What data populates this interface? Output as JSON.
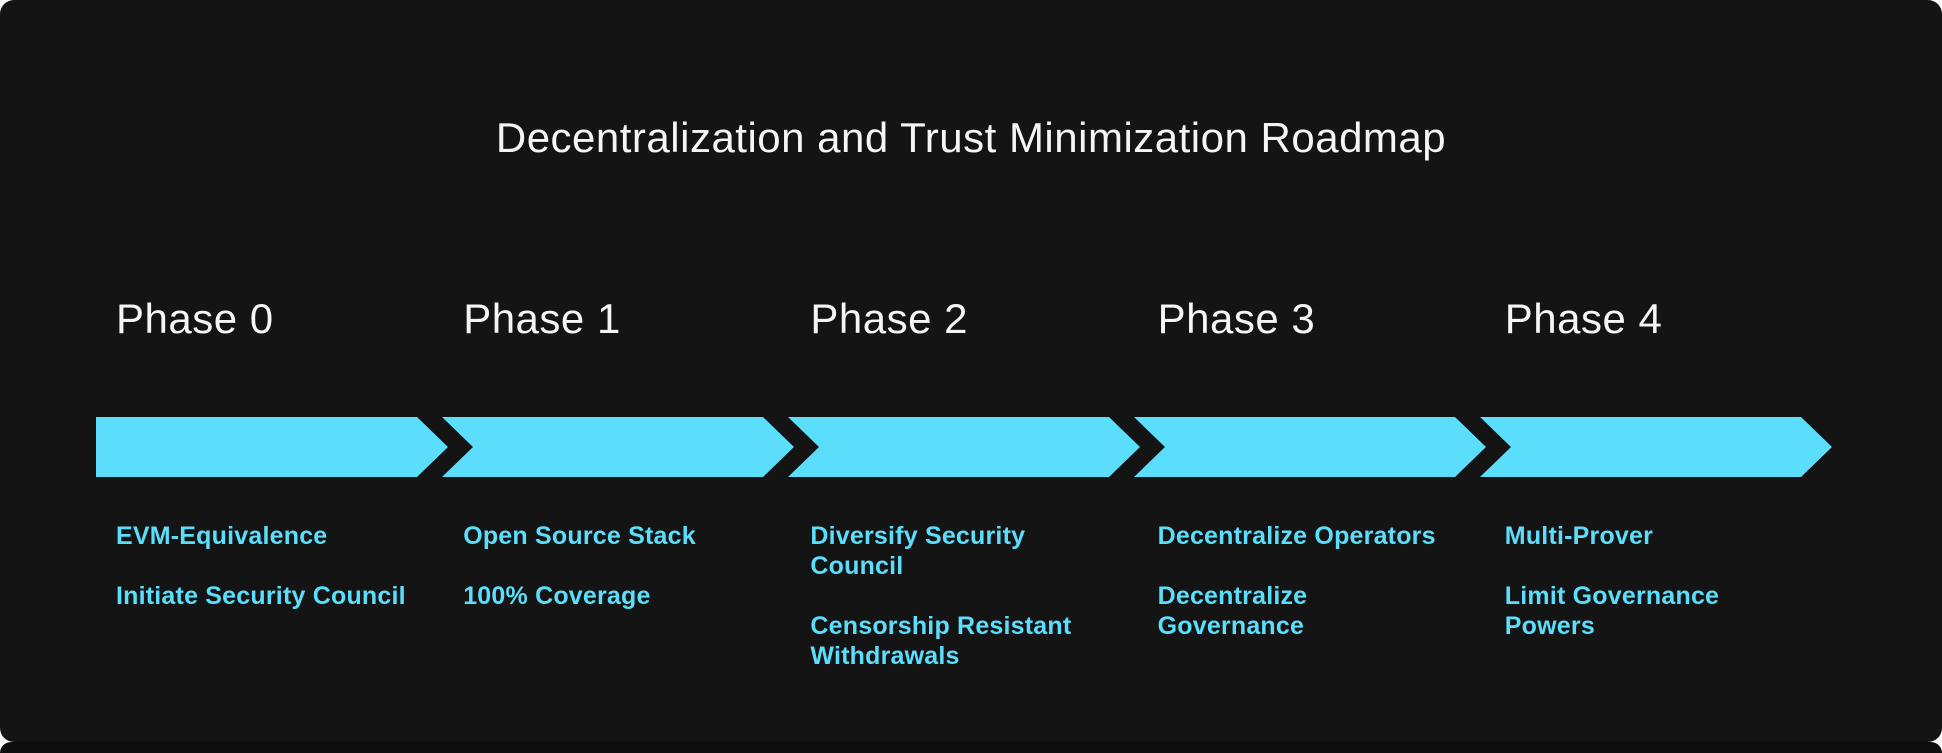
{
  "title": "Decentralization and Trust Minimization Roadmap",
  "colors": {
    "accent": "#5BDEFB",
    "card_background": "#141414",
    "lower_card_background": "#0E0E0E",
    "heading_text": "#F5F5F5"
  },
  "phases": [
    {
      "label": "Phase 0",
      "items": [
        "EVM-Equivalence",
        "Initiate Security Council"
      ]
    },
    {
      "label": "Phase 1",
      "items": [
        "Open Source Stack",
        "100% Coverage"
      ]
    },
    {
      "label": "Phase 2",
      "items": [
        "Diversify Security Council",
        "Censorship Resistant Withdrawals"
      ]
    },
    {
      "label": "Phase 3",
      "items": [
        "Decentralize Operators",
        "Decentralize Governance"
      ]
    },
    {
      "label": "Phase 4",
      "items": [
        "Multi-Prover",
        "Limit Governance Powers"
      ]
    }
  ]
}
